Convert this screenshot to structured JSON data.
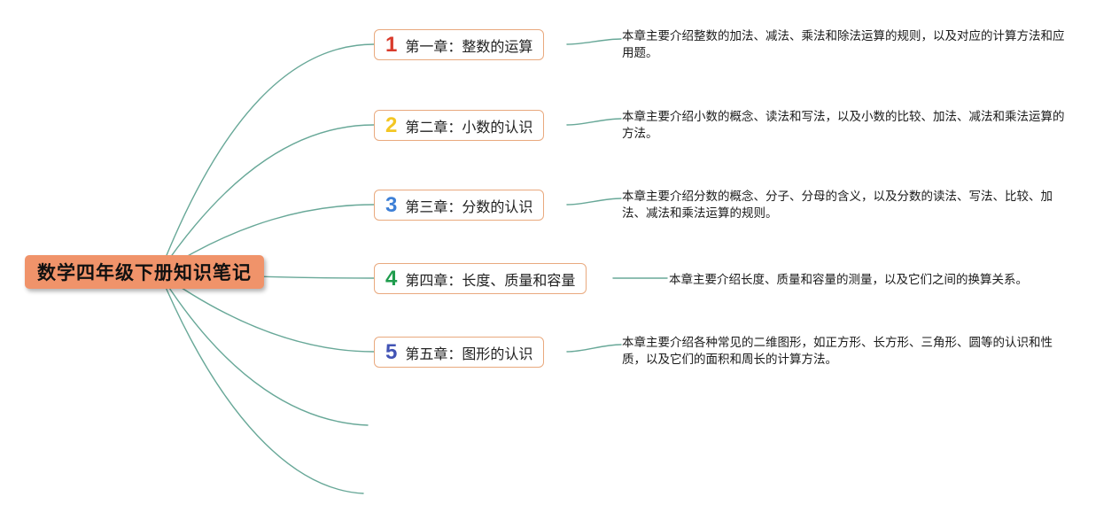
{
  "colors": {
    "connector": "#68a898",
    "node_border": "#e9a97e",
    "root_background": "#f0936a",
    "root_text": "#111111",
    "description_text": "#1a1a1a"
  },
  "root": {
    "title": "数学四年级下册知识笔记"
  },
  "chapters": [
    {
      "number": "1",
      "number_color": "#d93a2b",
      "title": "第一章：整数的运算",
      "description": "本章主要介绍整数的加法、减法、乘法和除法运算的规则，以及对应的计算方法和应用题。"
    },
    {
      "number": "2",
      "number_color": "#f3c623",
      "title": "第二章：小数的认识",
      "description": "本章主要介绍小数的概念、读法和写法，以及小数的比较、加法、减法和乘法运算的方法。"
    },
    {
      "number": "3",
      "number_color": "#3d7fd6",
      "title": "第三章：分数的认识",
      "description": "本章主要介绍分数的概念、分子、分母的含义，以及分数的读法、写法、比较、加法、减法和乘法运算的规则。"
    },
    {
      "number": "4",
      "number_color": "#1f9c4d",
      "title": "第四章：长度、质量和容量",
      "description": "本章主要介绍长度、质量和容量的测量，以及它们之间的换算关系。"
    },
    {
      "number": "5",
      "number_color": "#4254b5",
      "title": "第五章：图形的认识",
      "description": "本章主要介绍各种常见的二维图形，如正方形、长方形、三角形、圆等的认识和性质，以及它们的面积和周长的计算方法。"
    }
  ]
}
